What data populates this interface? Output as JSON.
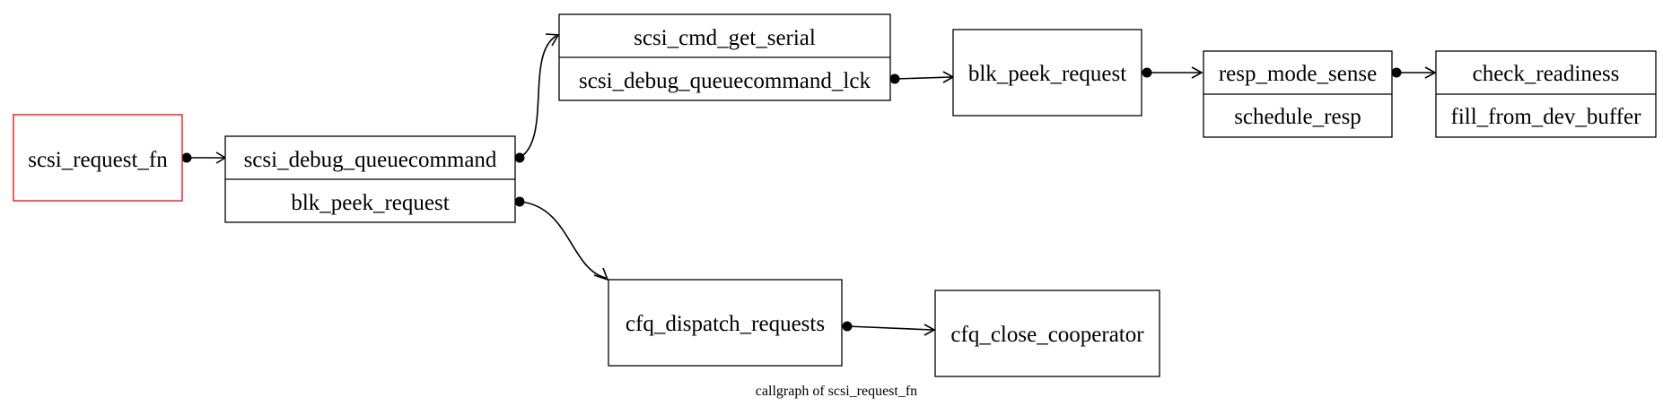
{
  "caption": "callgraph of scsi_request_fn",
  "colors": {
    "root_border": "#ff0000",
    "border": "#000000",
    "background": "#ffffff"
  },
  "nodes": {
    "root": {
      "label": "scsi_request_fn"
    },
    "n1": {
      "fields": [
        "scsi_debug_queuecommand",
        "blk_peek_request"
      ]
    },
    "n2": {
      "fields": [
        "scsi_cmd_get_serial",
        "scsi_debug_queuecommand_lck"
      ]
    },
    "n3": {
      "label": "blk_peek_request"
    },
    "n4": {
      "fields": [
        "resp_mode_sense",
        "schedule_resp"
      ]
    },
    "n5": {
      "fields": [
        "check_readiness",
        "fill_from_dev_buffer"
      ]
    },
    "n6": {
      "label": "cfq_dispatch_requests"
    },
    "n7": {
      "label": "cfq_close_cooperator"
    }
  },
  "edges": [
    {
      "from": "scsi_request_fn",
      "to": "scsi_debug_queuecommand"
    },
    {
      "from": "scsi_debug_queuecommand",
      "to": "scsi_cmd_get_serial"
    },
    {
      "from": "scsi_debug_queuecommand_lck",
      "to": "blk_peek_request"
    },
    {
      "from": "blk_peek_request",
      "to": "resp_mode_sense"
    },
    {
      "from": "resp_mode_sense",
      "to": "check_readiness"
    },
    {
      "from": "blk_peek_request",
      "to": "cfq_dispatch_requests"
    },
    {
      "from": "cfq_dispatch_requests",
      "to": "cfq_close_cooperator"
    }
  ]
}
